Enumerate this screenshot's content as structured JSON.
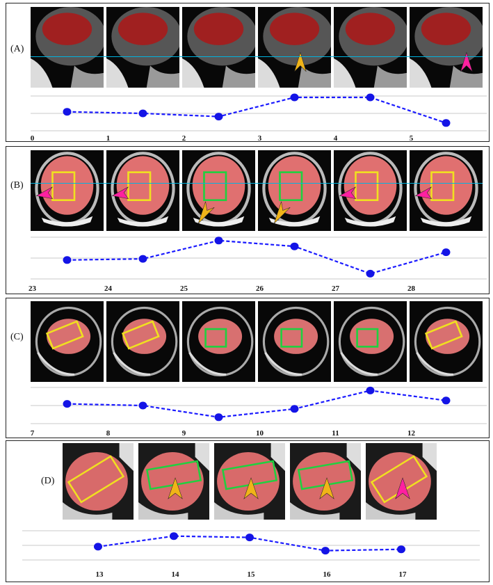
{
  "panels": [
    {
      "label": "(A)",
      "frames": [
        "0",
        "1",
        "2",
        "3",
        "4",
        "5"
      ],
      "values": [
        0.55,
        0.5,
        0.4,
        1.0,
        1.0,
        0.2
      ],
      "arrows": [
        "none",
        "none",
        "none",
        "yellow",
        "none",
        "magenta"
      ],
      "boxes": [
        "none",
        "none",
        "none",
        "none",
        "none",
        "none"
      ]
    },
    {
      "label": "(B)",
      "frames": [
        "23",
        "24",
        "25",
        "26",
        "27",
        "28"
      ],
      "values": [
        0.45,
        0.48,
        0.95,
        0.8,
        0.1,
        0.65
      ],
      "arrows": [
        "magenta",
        "magenta",
        "yellow",
        "yellow",
        "magenta",
        "magenta"
      ],
      "boxes": [
        "yellow",
        "yellow",
        "green",
        "green",
        "yellow",
        "yellow"
      ]
    },
    {
      "label": "(C)",
      "frames": [
        "7",
        "8",
        "9",
        "10",
        "11",
        "12"
      ],
      "values": [
        0.55,
        0.5,
        0.15,
        0.4,
        0.95,
        0.65
      ],
      "arrows": [
        "none",
        "none",
        "none",
        "none",
        "none",
        "none"
      ],
      "boxes": [
        "yellow",
        "yellow",
        "green",
        "green",
        "green",
        "yellow"
      ]
    },
    {
      "label": "(D)",
      "frames": [
        "13",
        "14",
        "15",
        "16",
        "17"
      ],
      "values": [
        0.45,
        0.85,
        0.8,
        0.3,
        0.35
      ],
      "arrows": [
        "none",
        "yellow",
        "yellow",
        "yellow",
        "magenta"
      ],
      "boxes": [
        "yellow",
        "green",
        "green",
        "green",
        "yellow"
      ]
    }
  ],
  "colors": {
    "line": "#1a1aff",
    "marker": "#1414e6",
    "grid": "#c8c8c8",
    "scanline": "#00b4e0",
    "overlay": "#e05050",
    "box_yellow": "#f0e020",
    "box_green": "#20d040",
    "arrow_yellow": "#f0b418",
    "arrow_magenta": "#ff20a0"
  }
}
